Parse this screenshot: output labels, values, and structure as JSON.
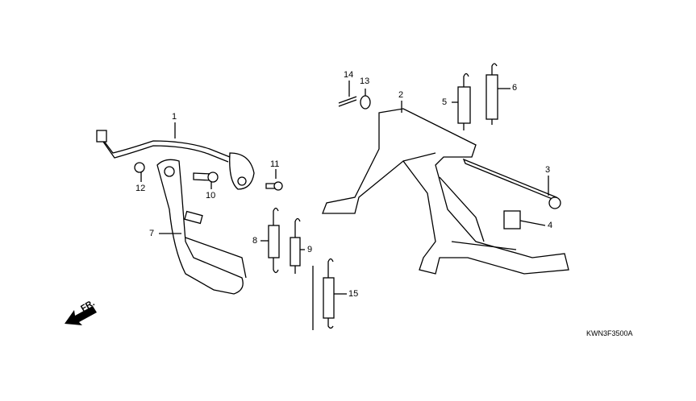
{
  "diagram": {
    "drawing_code": "KWN3F3500A",
    "direction_label": "FR.",
    "callouts": [
      "1",
      "2",
      "3",
      "4",
      "5",
      "6",
      "7",
      "8",
      "9",
      "10",
      "11",
      "12",
      "13",
      "14",
      "15"
    ],
    "parts": [
      {
        "callout": "1",
        "name": "cable"
      },
      {
        "callout": "2",
        "name": "main-stand"
      },
      {
        "callout": "3",
        "name": "stand-shaft"
      },
      {
        "callout": "4",
        "name": "stopper-rubber"
      },
      {
        "callout": "5",
        "name": "spring"
      },
      {
        "callout": "6",
        "name": "spring"
      },
      {
        "callout": "7",
        "name": "pedal-arm"
      },
      {
        "callout": "8",
        "name": "spring"
      },
      {
        "callout": "9",
        "name": "spring"
      },
      {
        "callout": "10",
        "name": "bolt"
      },
      {
        "callout": "11",
        "name": "bolt"
      },
      {
        "callout": "12",
        "name": "nut"
      },
      {
        "callout": "13",
        "name": "washer"
      },
      {
        "callout": "14",
        "name": "cotter-pin"
      },
      {
        "callout": "15",
        "name": "spring"
      }
    ]
  }
}
